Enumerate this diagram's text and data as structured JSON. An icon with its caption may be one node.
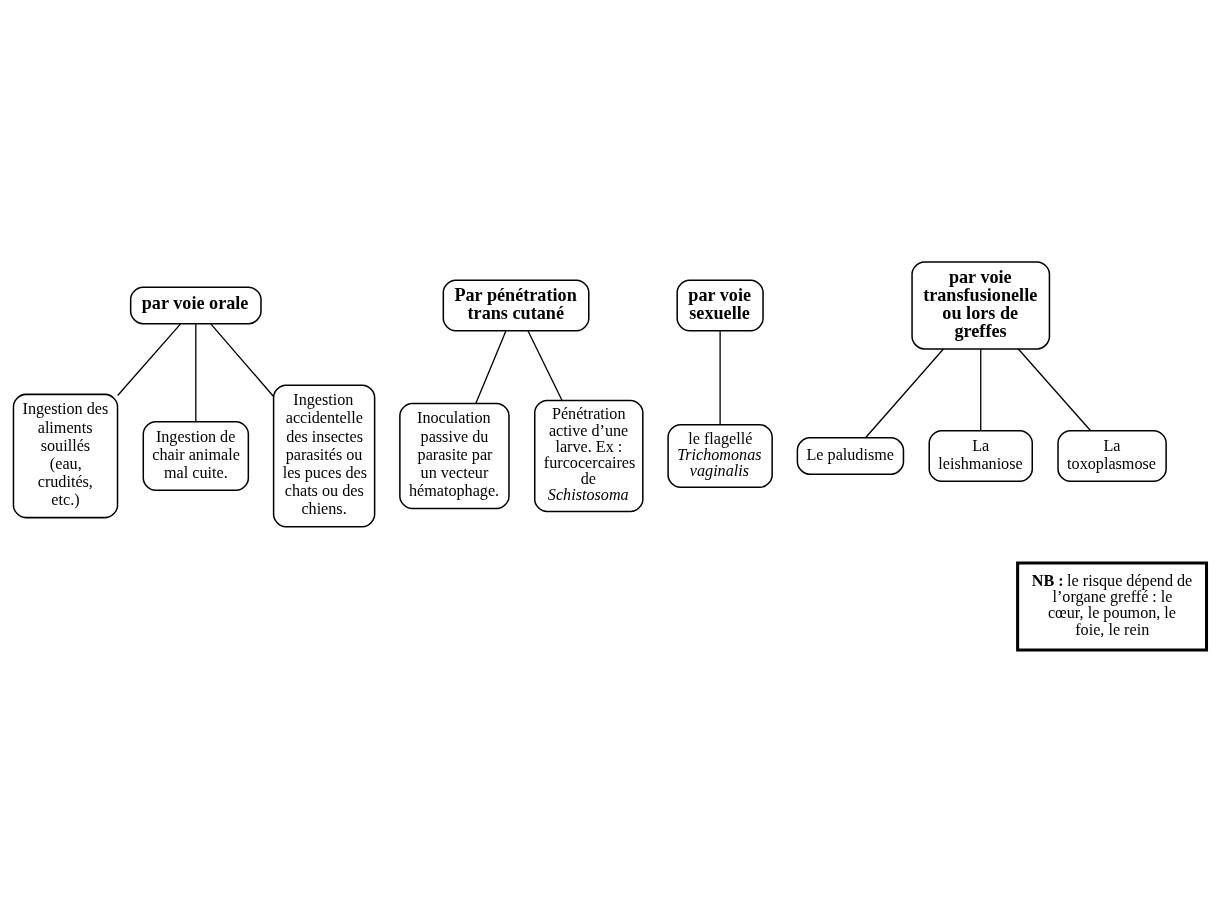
{
  "diagram": {
    "nodes": [
      {
        "text": [
          "par voie orale"
        ]
      },
      {
        "text": [
          "Ingestion des aliments souillés (eau, crudités, etc.)"
        ]
      },
      {
        "text": [
          "Ingestion de chair animale mal cuite."
        ]
      },
      {
        "text": [
          "Ingestion accidentelle des insectes parasités ou les puces des chats ou des chiens."
        ]
      },
      {
        "text": [
          "Par pénétration trans cutané"
        ]
      },
      {
        "text": [
          "Inoculation passive du parasite par un vecteur hématophage."
        ]
      },
      {
        "text": [
          "Pénétration active d’une larve. Ex : furcocercaires de *Schistosoma*"
        ]
      },
      {
        "text": [
          "par voie sexuelle"
        ]
      },
      {
        "text": [
          "le flagellé *Trichomonas vaginalis*"
        ]
      },
      {
        "text": [
          "par voie transfusionelle ou lors de greffes"
        ]
      },
      {
        "text": [
          "Le paludisme"
        ]
      },
      {
        "text": [
          "La leishmaniose"
        ]
      },
      {
        "text": [
          "La toxoplasmose"
        ]
      },
      {
        "text": [
          "**NB :** le risque dépend de l’organe greffé : le cœur, le poumon, le foie, le rein"
        ]
      }
    ],
    "edges": [
      {
        "from": 0,
        "to": 1,
        "arrow": "none"
      },
      {
        "from": 0,
        "to": 2,
        "arrow": "none"
      },
      {
        "from": 0,
        "to": 3,
        "arrow": "none"
      },
      {
        "from": 4,
        "to": 5,
        "arrow": "none"
      },
      {
        "from": 4,
        "to": 6,
        "arrow": "none"
      },
      {
        "from": 7,
        "to": 8,
        "arrow": "none"
      },
      {
        "from": 9,
        "to": 10,
        "arrow": "none"
      },
      {
        "from": 9,
        "to": 11,
        "arrow": "none"
      },
      {
        "from": 9,
        "to": 12,
        "arrow": "none"
      }
    ]
  }
}
